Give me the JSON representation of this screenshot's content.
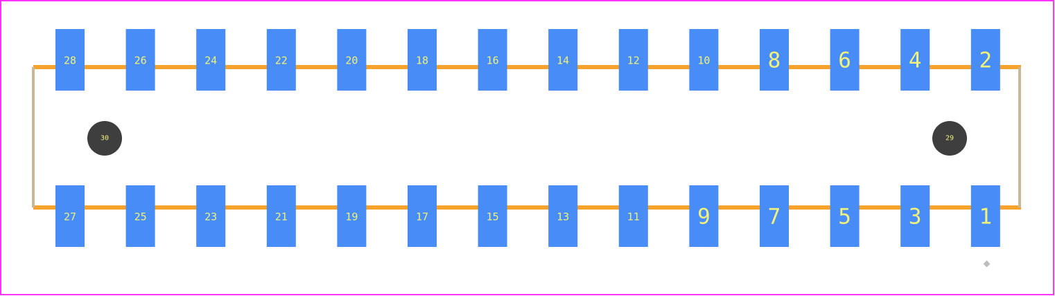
{
  "colors": {
    "background": "#ffffff",
    "border": "#ff33ff",
    "outline": "#f5a32c",
    "outline_side": "#c9b79a",
    "pad": "#478cf7",
    "pad_label": "#f2f27a",
    "mount_hole": "#3e3e3e",
    "origin_marker": "#bdbdbd"
  },
  "top_row_pins": [
    "28",
    "26",
    "24",
    "22",
    "20",
    "18",
    "16",
    "14",
    "12",
    "10",
    "8",
    "6",
    "4",
    "2"
  ],
  "bottom_row_pins": [
    "27",
    "25",
    "23",
    "21",
    "19",
    "17",
    "15",
    "13",
    "11",
    "9",
    "7",
    "5",
    "3",
    "1"
  ],
  "mount_holes": {
    "left": "30",
    "right": "29"
  }
}
